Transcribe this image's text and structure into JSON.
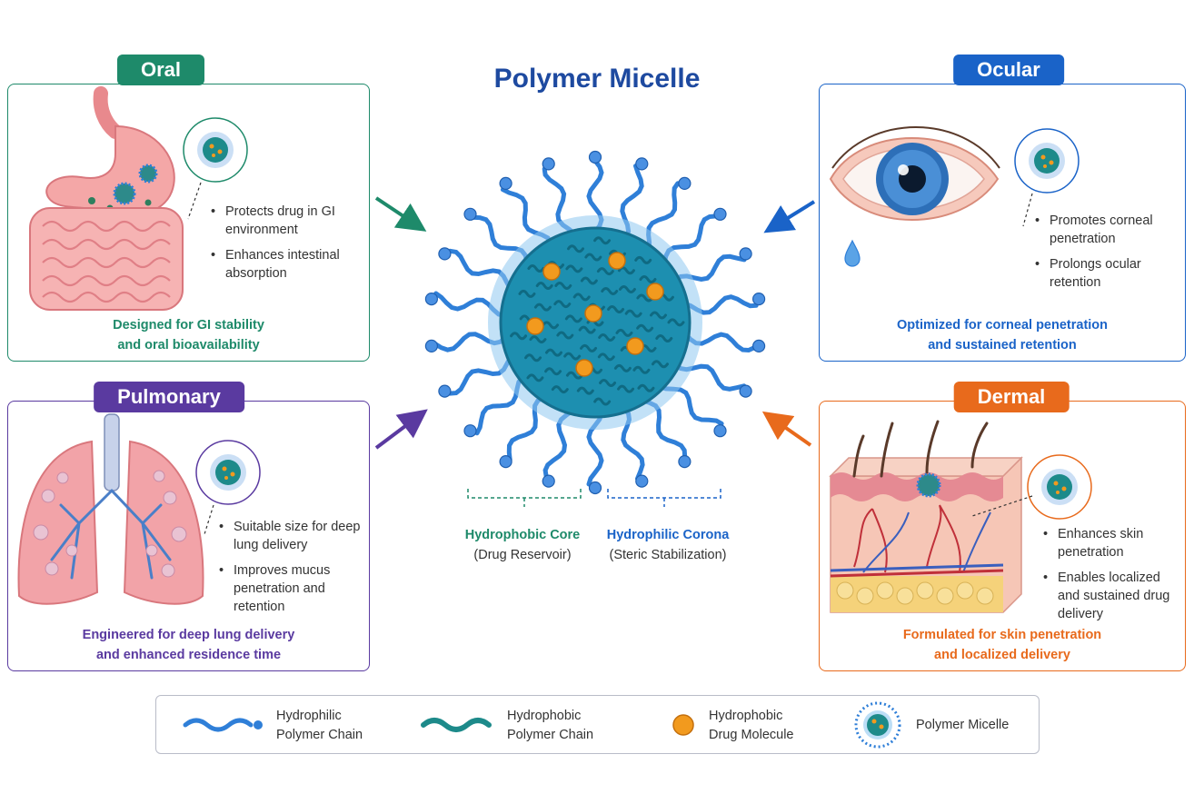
{
  "title": "Polymer Micelle",
  "colors": {
    "oral": "#1e8a6a",
    "ocular": "#1a63c8",
    "pulmonary": "#5a3aa0",
    "dermal": "#e86a1c",
    "title": "#1e4aa0",
    "core": "#1d9bb0",
    "corona": "#2f7fd8",
    "drug": "#f29a1e"
  },
  "panels": {
    "oral": {
      "tag": "Oral",
      "bullets": [
        "Protects drug in GI environment",
        "Enhances intestinal absorption"
      ],
      "caption": [
        "Designed for GI stability",
        "and oral bioavailability"
      ]
    },
    "ocular": {
      "tag": "Ocular",
      "bullets": [
        "Promotes corneal penetration",
        "Prolongs ocular retention"
      ],
      "caption": [
        "Optimized for corneal penetration",
        "and sustained retention"
      ]
    },
    "pulmonary": {
      "tag": "Pulmonary",
      "bullets": [
        "Suitable size for deep lung delivery",
        "Improves mucus penetration and retention"
      ],
      "caption": [
        "Engineered for deep lung delivery",
        "and enhanced residence time"
      ]
    },
    "dermal": {
      "tag": "Dermal",
      "bullets": [
        "Enhances skin penetration",
        "Enables localized and sustained drug delivery"
      ],
      "caption": [
        "Formulated for skin penetration",
        "and localized delivery"
      ]
    }
  },
  "micelle_labels": {
    "core": {
      "title": "Hydrophobic Core",
      "sub": "(Drug Reservoir)"
    },
    "corona": {
      "title": "Hydrophilic Corona",
      "sub": "(Steric Stabilization)"
    }
  },
  "legend": [
    {
      "icon": "hydrophilic-chain-icon",
      "label": [
        "Hydrophilic",
        "Polymer Chain"
      ]
    },
    {
      "icon": "hydrophobic-chain-icon",
      "label": [
        "Hydrophobic",
        "Polymer Chain"
      ]
    },
    {
      "icon": "drug-molecule-icon",
      "label": [
        "Hydrophobic",
        "Drug Molecule"
      ]
    },
    {
      "icon": "micelle-icon",
      "label": [
        "Polymer Micelle"
      ]
    }
  ]
}
